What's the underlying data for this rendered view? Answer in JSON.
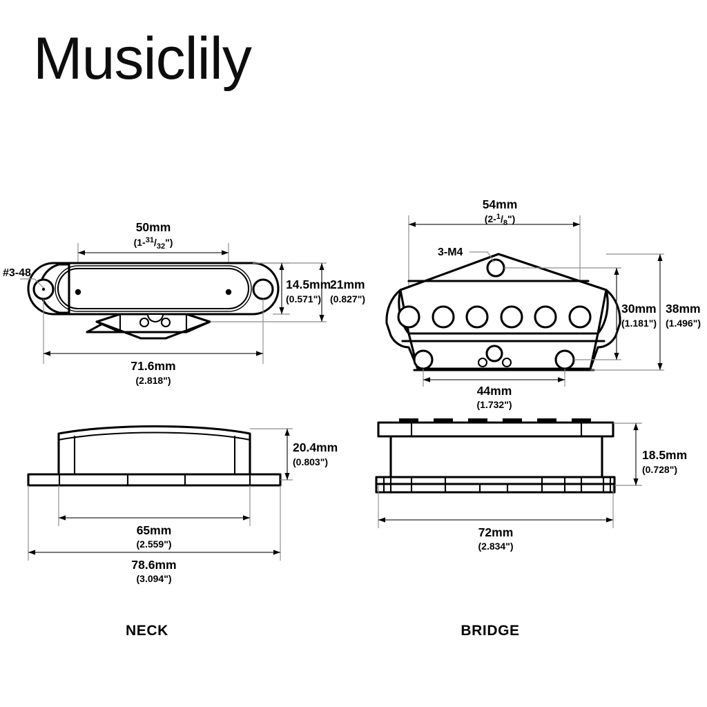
{
  "brand": {
    "name": "Musiclily"
  },
  "captions": {
    "neck": "NECK",
    "bridge": "BRIDGE"
  },
  "colors": {
    "background": "#ffffff",
    "line": "#000000",
    "extension_line": "#8c8c8c",
    "text": "#000000"
  },
  "neck_top_view": {
    "leader_label": "#3-48",
    "dimensions": {
      "pole_span": {
        "mm": "50mm",
        "inch_whole": "(1-",
        "inch_num": "31",
        "inch_den": "32",
        "inch_tail": "\")"
      },
      "cover_height": {
        "mm": "14.5mm",
        "inch": "(0.571\")"
      },
      "overall_height": {
        "mm": "21mm",
        "inch": "(0.827\")"
      },
      "overall_width": {
        "mm": "71.6mm",
        "inch": "(2.818\")"
      }
    }
  },
  "bridge_top_view": {
    "leader_label": "3-M4",
    "dimensions": {
      "pole_span": {
        "mm": "54mm",
        "inch_whole": "(2-",
        "inch_num": "1",
        "inch_den": "8",
        "inch_tail": "\")"
      },
      "screw_height": {
        "mm": "30mm",
        "inch": "(1.181\")"
      },
      "overall_height": {
        "mm": "38mm",
        "inch": "(1.496\")"
      },
      "screw_span": {
        "mm": "44mm",
        "inch": "(1.732\")"
      }
    },
    "pole_piece_count": 6,
    "mounting_hole_count": 3
  },
  "neck_side_view": {
    "dimensions": {
      "height": {
        "mm": "20.4mm",
        "inch": "(0.803\")"
      },
      "cover_width": {
        "mm": "65mm",
        "inch": "(2.559\")"
      },
      "overall_width": {
        "mm": "78.6mm",
        "inch": "(3.094\")"
      }
    }
  },
  "bridge_side_view": {
    "dimensions": {
      "height": {
        "mm": "18.5mm",
        "inch": "(0.728\")"
      },
      "overall_width": {
        "mm": "72mm",
        "inch": "(2.834\")"
      }
    },
    "pole_piece_count": 6
  }
}
